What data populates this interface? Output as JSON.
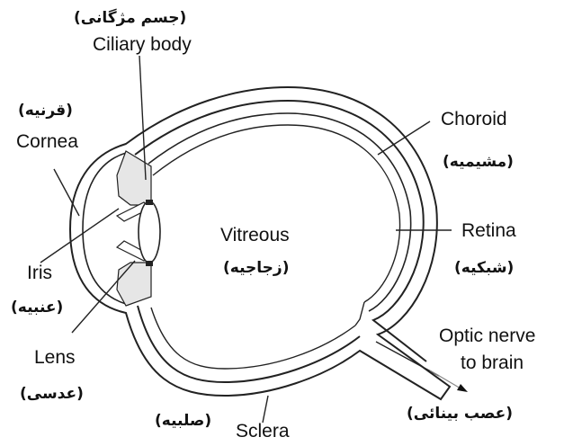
{
  "labels": {
    "ciliary_body": {
      "fa": "(جسم مژگانی)",
      "en": "Ciliary body"
    },
    "cornea": {
      "fa": "(قرنیه)",
      "en": "Cornea"
    },
    "choroid": {
      "en": "Choroid",
      "fa": "(مشیمیه)"
    },
    "vitreous": {
      "en": "Vitreous",
      "fa": "(زجاجیه)"
    },
    "retina": {
      "en": "Retina",
      "fa": "(شبکیه)"
    },
    "iris": {
      "en": "Iris",
      "fa": "(عنبیه)"
    },
    "lens": {
      "en": "Lens",
      "fa": "(عدسی)"
    },
    "optic_nerve": {
      "en_line1": "Optic nerve",
      "en_line2": "to brain",
      "fa": "(عصب بینائی)"
    },
    "sclera": {
      "fa": "(صلبیه)",
      "en": "Sclera"
    }
  },
  "colors": {
    "outline": "#222222",
    "fill": "#e6e6e6",
    "background": "#ffffff"
  }
}
